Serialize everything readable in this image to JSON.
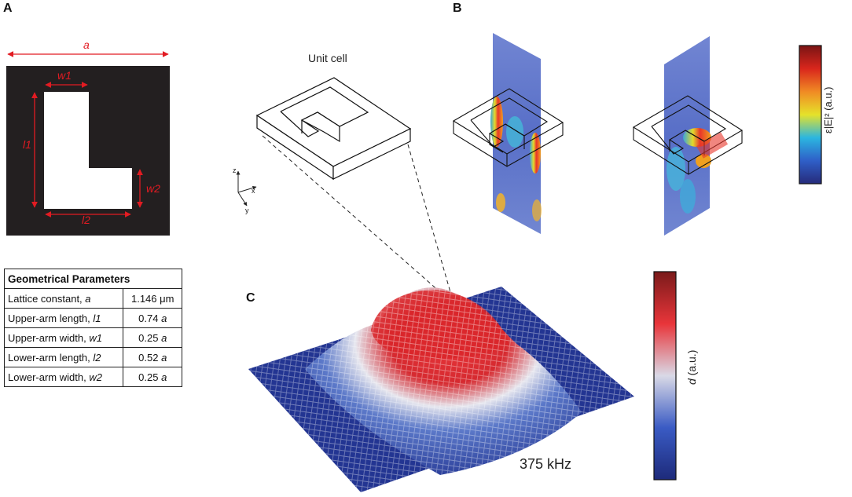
{
  "panels": {
    "a": "A",
    "b": "B",
    "c": "C"
  },
  "dims": {
    "a": "a",
    "w1": "w1",
    "l1": "l1",
    "w2": "w2",
    "l2": "l2"
  },
  "unit_cell": {
    "label": "Unit cell"
  },
  "axes": {
    "z": "z",
    "x": "x",
    "y": "y"
  },
  "table": {
    "header": "Geometrical Parameters",
    "rows": [
      {
        "name": "Lattice constant, ",
        "sym": "a",
        "value": "1.146 μm",
        "unit_sym": ""
      },
      {
        "name": "Upper-arm length, ",
        "sym": "l1",
        "value": "0.74 ",
        "unit_sym": "a"
      },
      {
        "name": "Upper-arm width, ",
        "sym": "w1",
        "value": "0.25 ",
        "unit_sym": "a"
      },
      {
        "name": "Lower-arm length, ",
        "sym": "l2",
        "value": "0.52 ",
        "unit_sym": "a"
      },
      {
        "name": "Lower-arm width, ",
        "sym": "w2",
        "value": "0.25 ",
        "unit_sym": "a"
      }
    ]
  },
  "colorbar_b": {
    "label": "ε|E|² (a.u.)",
    "colors": [
      "#262b7a",
      "#2f5fc8",
      "#2bb6e0",
      "#e6e22a",
      "#f08a24",
      "#d9261c",
      "#7a1414"
    ]
  },
  "colorbar_c": {
    "label_sym": "d",
    "label": " (a.u.)",
    "colors": [
      "#1d2a7a",
      "#3a5bc4",
      "#d9d9e6",
      "#e8353a",
      "#7a1a1a"
    ]
  },
  "frequency": "375 kHz",
  "colors": {
    "accent": "#e21b22",
    "membrane_blue": "#2a3d95",
    "membrane_red": "#d9262a"
  }
}
